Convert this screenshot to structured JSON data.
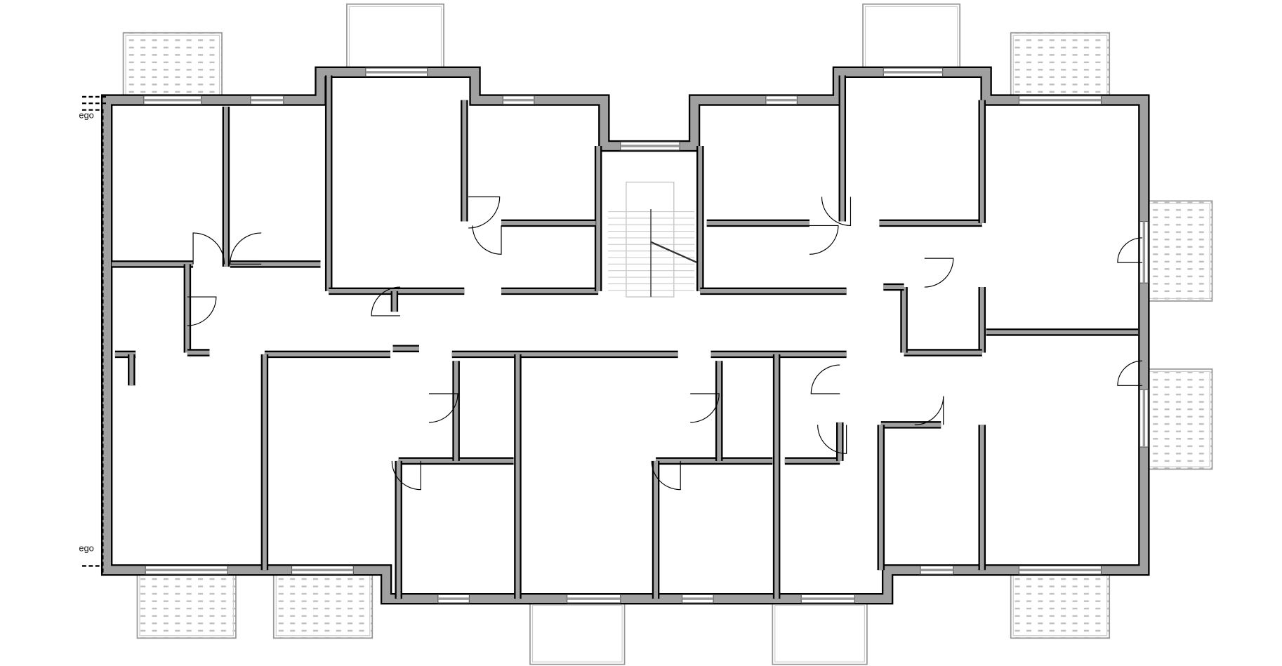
{
  "plan": {
    "title": "Floor plan",
    "edge_labels": [
      "ego",
      "ego"
    ],
    "colors": {
      "wall_fill": "#a0a0a0",
      "wall_line": "#000000",
      "balcony_dash": "#b0b0b0",
      "background": "#ffffff"
    }
  }
}
